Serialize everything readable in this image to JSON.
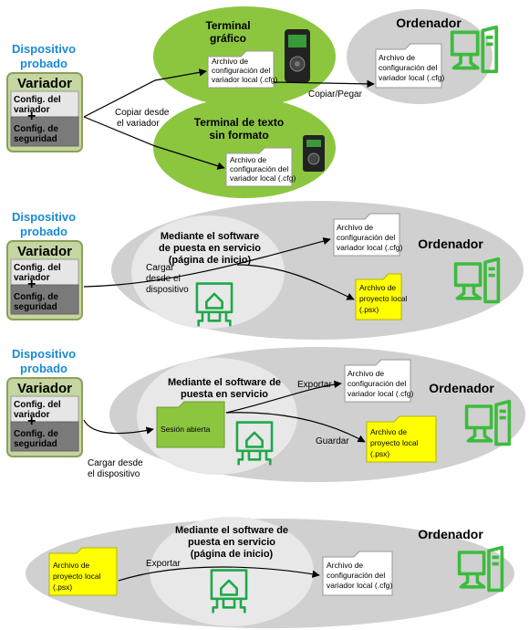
{
  "colors": {
    "drive_green": "#c5d6a2",
    "drive_border": "#8aa05a",
    "oval_green": "#8cc63f",
    "oval_grey": "#d0d0d0",
    "inner_grey": "#e8e8e8",
    "light_box": "#e6e6e6",
    "dark_box": "#7a7a7a",
    "title_blue": "#1a8ad4",
    "file_yellow": "#ffff00",
    "pc_green": "#3dbb3d"
  },
  "s1": {
    "title": [
      "Dispositivo",
      "probado"
    ],
    "drive": "Variador",
    "config_drive": [
      "Config. del",
      "variador"
    ],
    "config_security": [
      "Config. de",
      "seguridad"
    ],
    "copy_label": [
      "Copiar desde",
      "el variador"
    ],
    "graphic_terminal": [
      "Terminal",
      "gráfico"
    ],
    "text_terminal": [
      "Terminal de texto",
      "sin formato"
    ],
    "file_graphic": [
      "Archivo de",
      "configuración del",
      "variador local (.cfg)"
    ],
    "file_text": [
      "Archivo de",
      "configuración del",
      "variador local (.cfg)"
    ],
    "pc_title": "Ordenador",
    "file_pc": [
      "Archivo de",
      "configuración del",
      "variador local (.cfg)"
    ],
    "paste_label": "Copiar/Pegar"
  },
  "s2": {
    "title": [
      "Dispositivo",
      "probado"
    ],
    "drive": "Variador",
    "config_drive": [
      "Config. del",
      "variador"
    ],
    "config_security": [
      "Config. de",
      "seguridad"
    ],
    "software": [
      "Mediante el software",
      "de puesta en servicio",
      "(página de inicio)"
    ],
    "upload_label": [
      "Cargar",
      "desde el",
      "dispositivo"
    ],
    "pc_title": "Ordenador",
    "file_cfg": [
      "Archivo de",
      "configuración del",
      "variador local (.cfg)"
    ],
    "file_psx": [
      "Archivo de",
      "proyecto local",
      "(.psx)"
    ]
  },
  "s3": {
    "title": [
      "Dispositivo",
      "probado"
    ],
    "drive": "Variador",
    "config_drive": [
      "Config. del",
      "variador"
    ],
    "config_security": [
      "Config. de",
      "seguridad"
    ],
    "software": [
      "Mediante el software de",
      "puesta en servicio"
    ],
    "session": "Sesión abierta",
    "upload_label": [
      "Cargar desde",
      "el dispositivo"
    ],
    "export_label": "Exportar",
    "save_label": "Guardar",
    "pc_title": "Ordenador",
    "file_cfg": [
      "Archivo de",
      "configuración del",
      "variador local (.cfg)"
    ],
    "file_psx": [
      "Archivo de",
      "proyecto local",
      "(.psx)"
    ]
  },
  "s4": {
    "software": [
      "Mediante el software de",
      "puesta en servicio",
      "(página de inicio)"
    ],
    "export_label": "Exportar",
    "pc_title": "Ordenador",
    "file_psx": [
      "Archivo de",
      "proyecto local",
      "(.psx)"
    ],
    "file_cfg": [
      "Archivo de",
      "configuración del",
      "variador local (.cfg)"
    ]
  }
}
